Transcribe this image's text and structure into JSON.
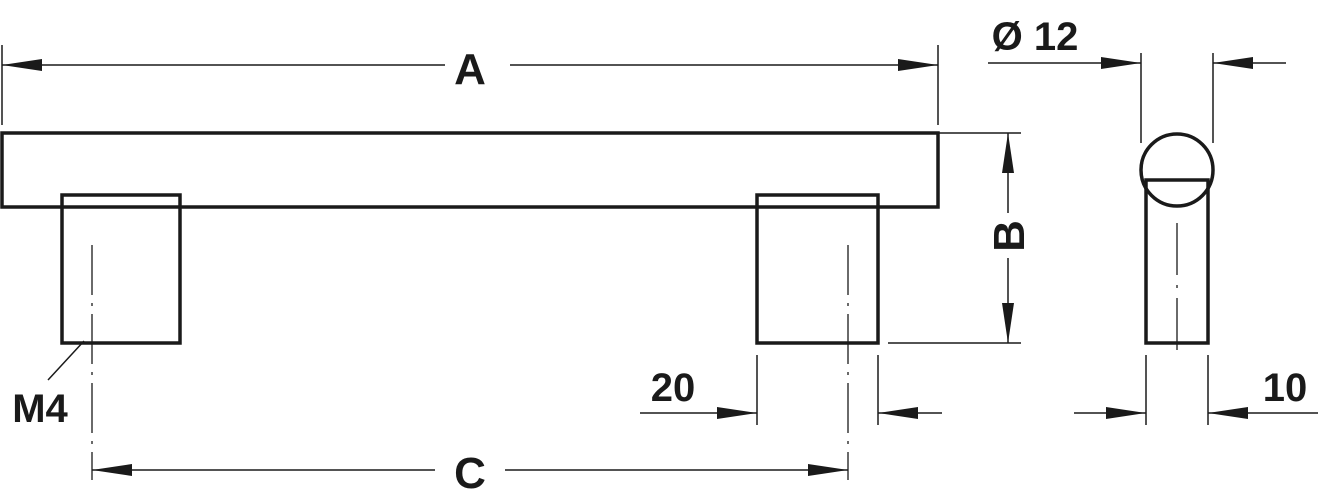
{
  "labels": {
    "A": "A",
    "B": "B",
    "C": "C",
    "diameter": "Ø 12",
    "post_width": "20",
    "rod_width": "10",
    "thread": "M4"
  },
  "colors": {
    "line": "#1a1a1a",
    "background": "#ffffff"
  }
}
